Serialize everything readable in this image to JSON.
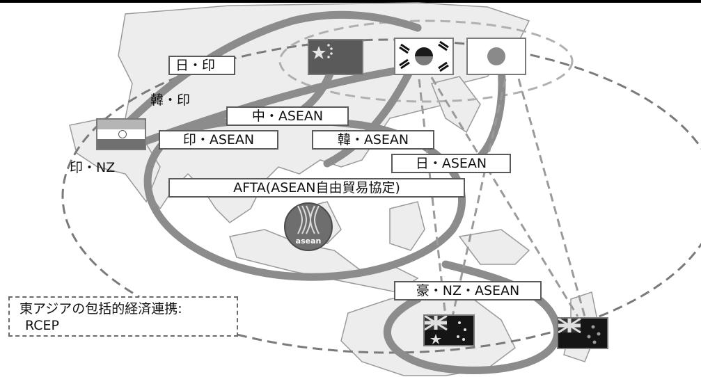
{
  "labels": {
    "jp_in": "日・印",
    "kr_in": "韓・印",
    "cn_asean": "中・ASEAN",
    "in_asean": "印・ASEAN",
    "kr_asean": "韓・ASEAN",
    "jp_asean": "日・ASEAN",
    "in_nz": "印・NZ",
    "afta": "AFTA(ASEAN自由貿易協定)",
    "au_nz_asean": "豪・NZ・ASEAN"
  },
  "rcep": {
    "line1": "東アジアの包括的経済連携:",
    "line2": "RCEP"
  },
  "logo": {
    "text": "asean"
  },
  "flags": [
    "china-flag",
    "korea-flag",
    "japan-flag",
    "india-flag",
    "australia-flag",
    "new-zealand-flag"
  ]
}
